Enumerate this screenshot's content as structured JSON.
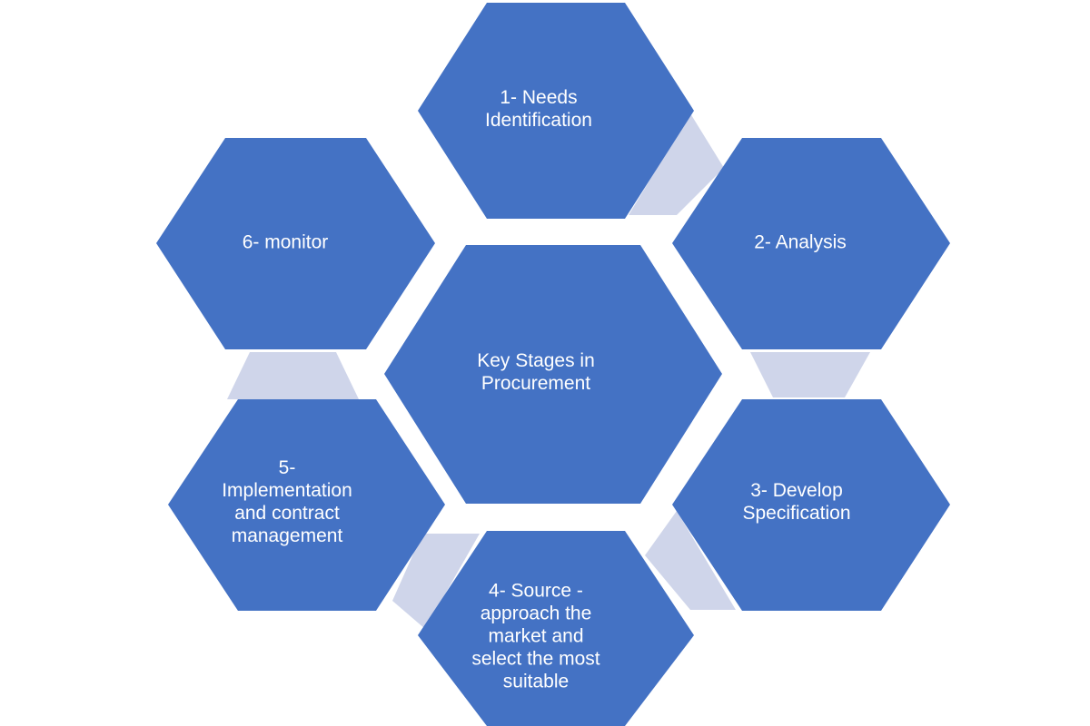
{
  "colors": {
    "hexagon_fill": "#4472C4",
    "connector_fill": "#CFD5EA",
    "text": "#FFFFFF",
    "background": "#FFFFFF"
  },
  "center": {
    "label": "Key Stages in\nProcurement"
  },
  "stages": [
    {
      "label": "1- Needs\nIdentification"
    },
    {
      "label": "2- Analysis"
    },
    {
      "label": "3- Develop\nSpecification"
    },
    {
      "label": "4- Source  -\napproach the\nmarket and\nselect the most\nsuitable"
    },
    {
      "label": "5-\nImplementation\nand contract\nmanagement"
    },
    {
      "label": "6- monitor"
    }
  ]
}
